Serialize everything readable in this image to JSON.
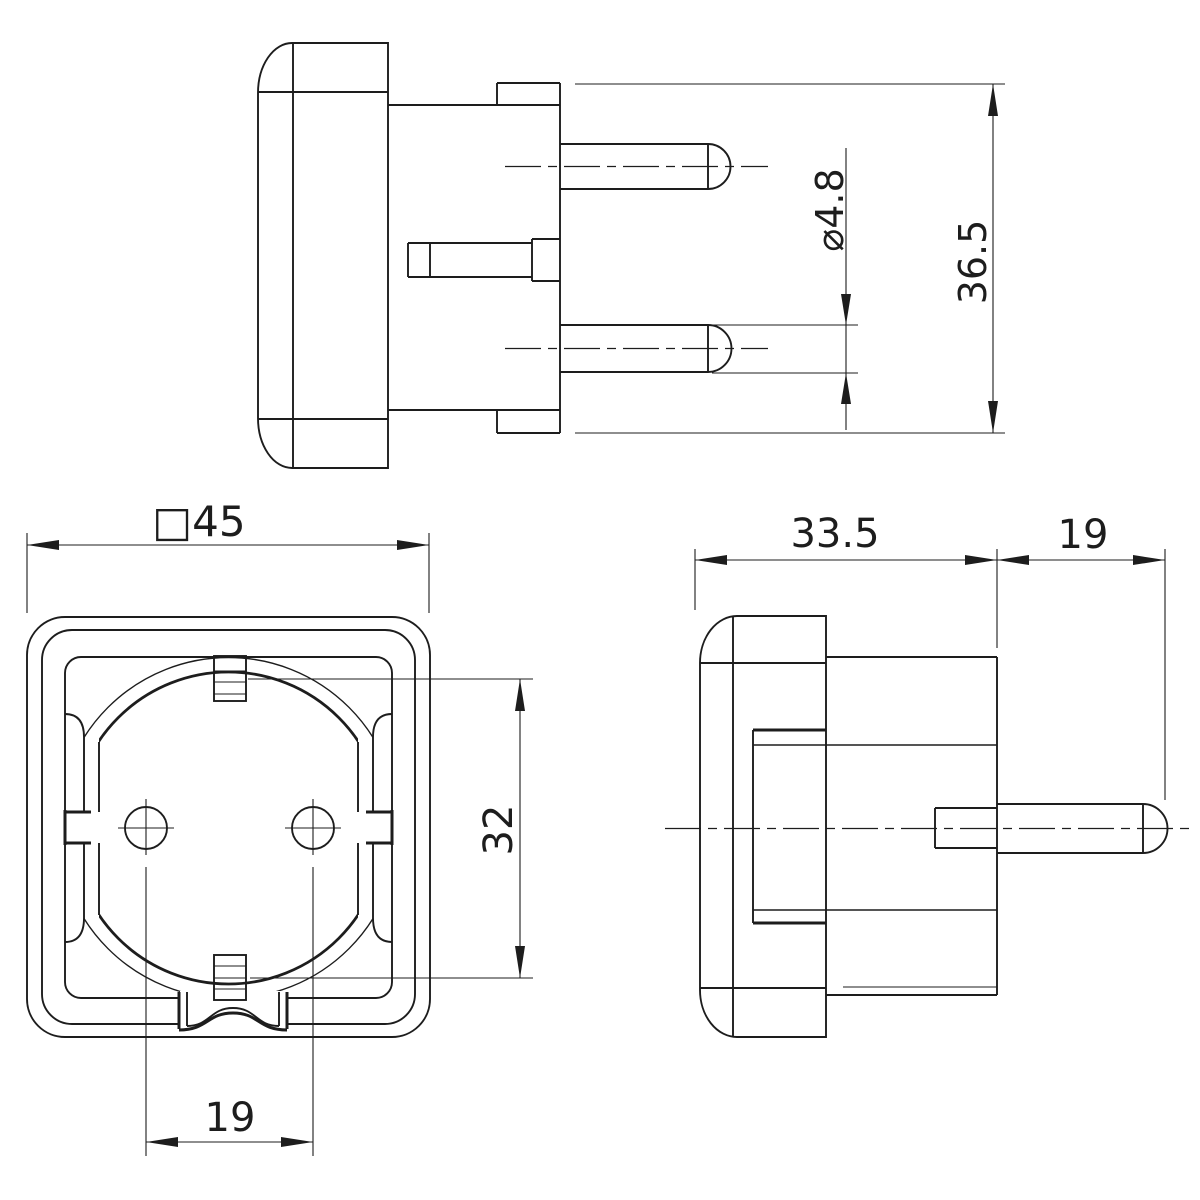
{
  "drawing": {
    "type": "engineering-drawing",
    "subject": "schuko-socket-to-plug-travel-adapter",
    "views": [
      "top-side-elevation",
      "front-socket-face",
      "right-side-elevation"
    ]
  },
  "colors": {
    "line": "#1d1d1d",
    "background": "#ffffff"
  },
  "dimensions": {
    "pin_diameter": "⌀4.8",
    "face_height": "36.5",
    "body_square": "□45",
    "earth_contact_span": "32",
    "pin_pitch": "19",
    "body_depth": "33.5",
    "pin_length": "19"
  }
}
